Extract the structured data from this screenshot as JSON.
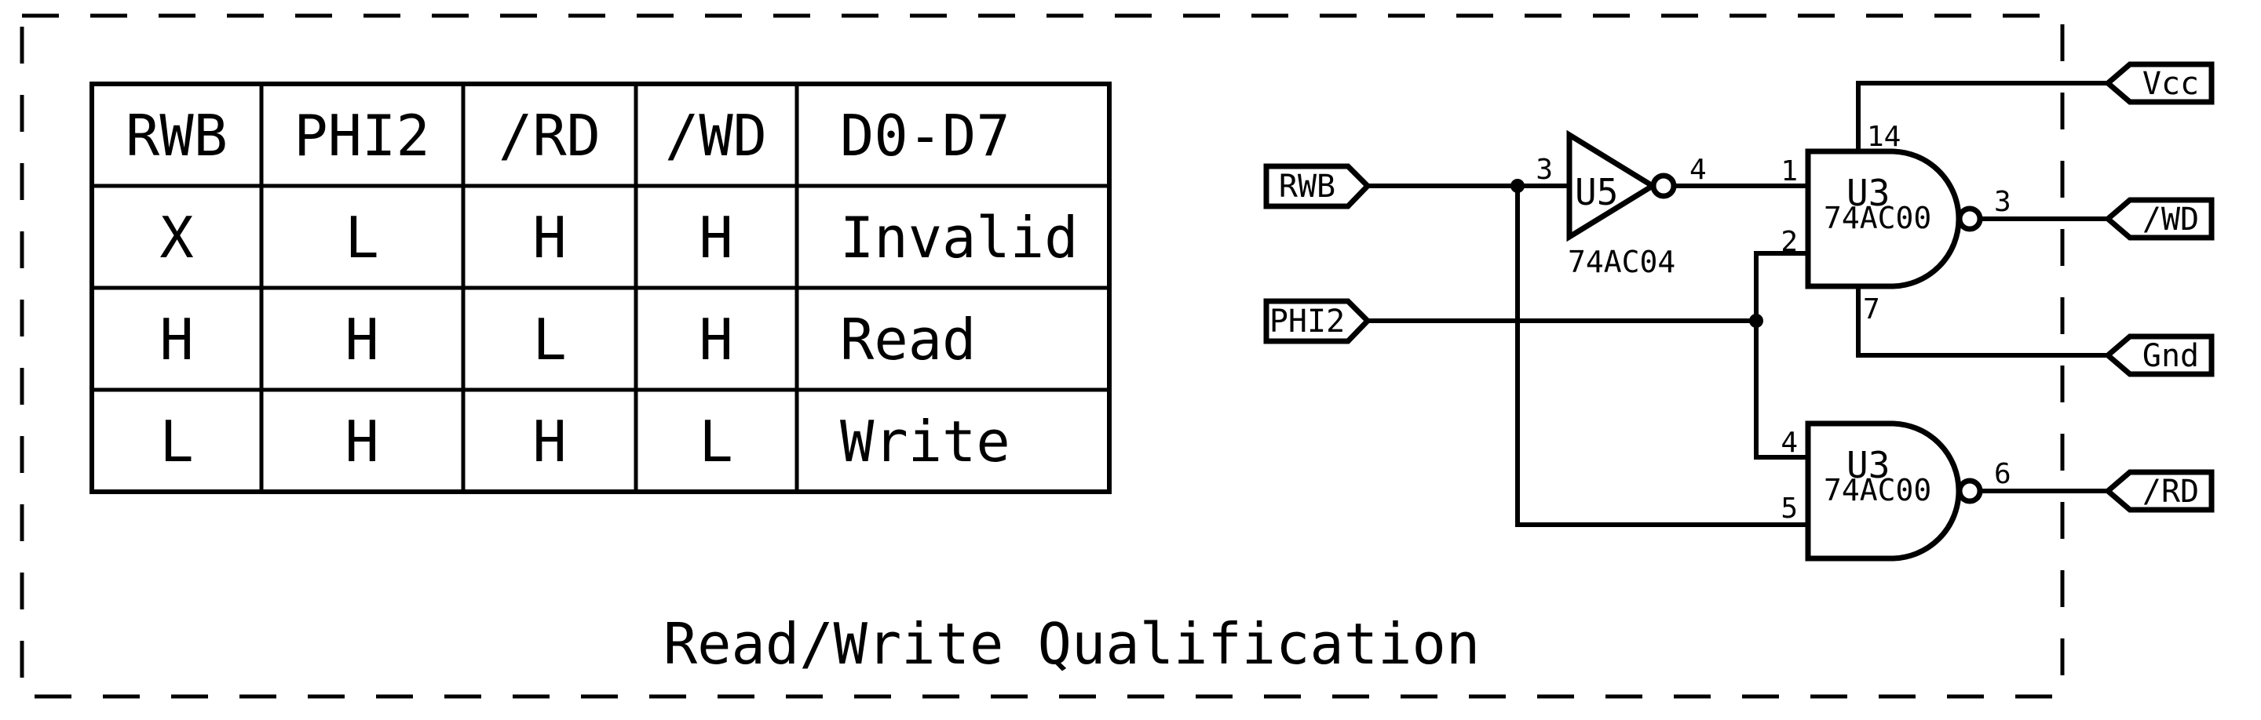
{
  "schematic": {
    "title": "Read/Write Qualification",
    "truth_table": {
      "headers": [
        "RWB",
        "PHI2",
        "/RD",
        "/WD",
        "D0-D7"
      ],
      "rows": [
        [
          "X",
          "L",
          "H",
          "H",
          "Invalid"
        ],
        [
          "H",
          "H",
          "L",
          "H",
          "Read"
        ],
        [
          "L",
          "H",
          "H",
          "L",
          "Write"
        ]
      ]
    },
    "input_flags": {
      "rwb": "RWB",
      "phi2": "PHI2"
    },
    "output_flags": {
      "vcc": "Vcc",
      "wd": "/WD",
      "gnd": "Gnd",
      "rd": "/RD"
    },
    "inverter": {
      "ref": "U5",
      "part": "74AC04",
      "pin_in": "3",
      "pin_out": "4"
    },
    "nand_top": {
      "ref": "U3",
      "part": "74AC00",
      "pin_in1": "1",
      "pin_in2": "2",
      "pin_out": "3",
      "pin_vcc": "14",
      "pin_gnd": "7"
    },
    "nand_bottom": {
      "ref": "U3",
      "part": "74AC00",
      "pin_in1": "4",
      "pin_in2": "5",
      "pin_out": "6"
    },
    "colors": {
      "ink": "#000000",
      "paper": "#ffffff"
    }
  }
}
